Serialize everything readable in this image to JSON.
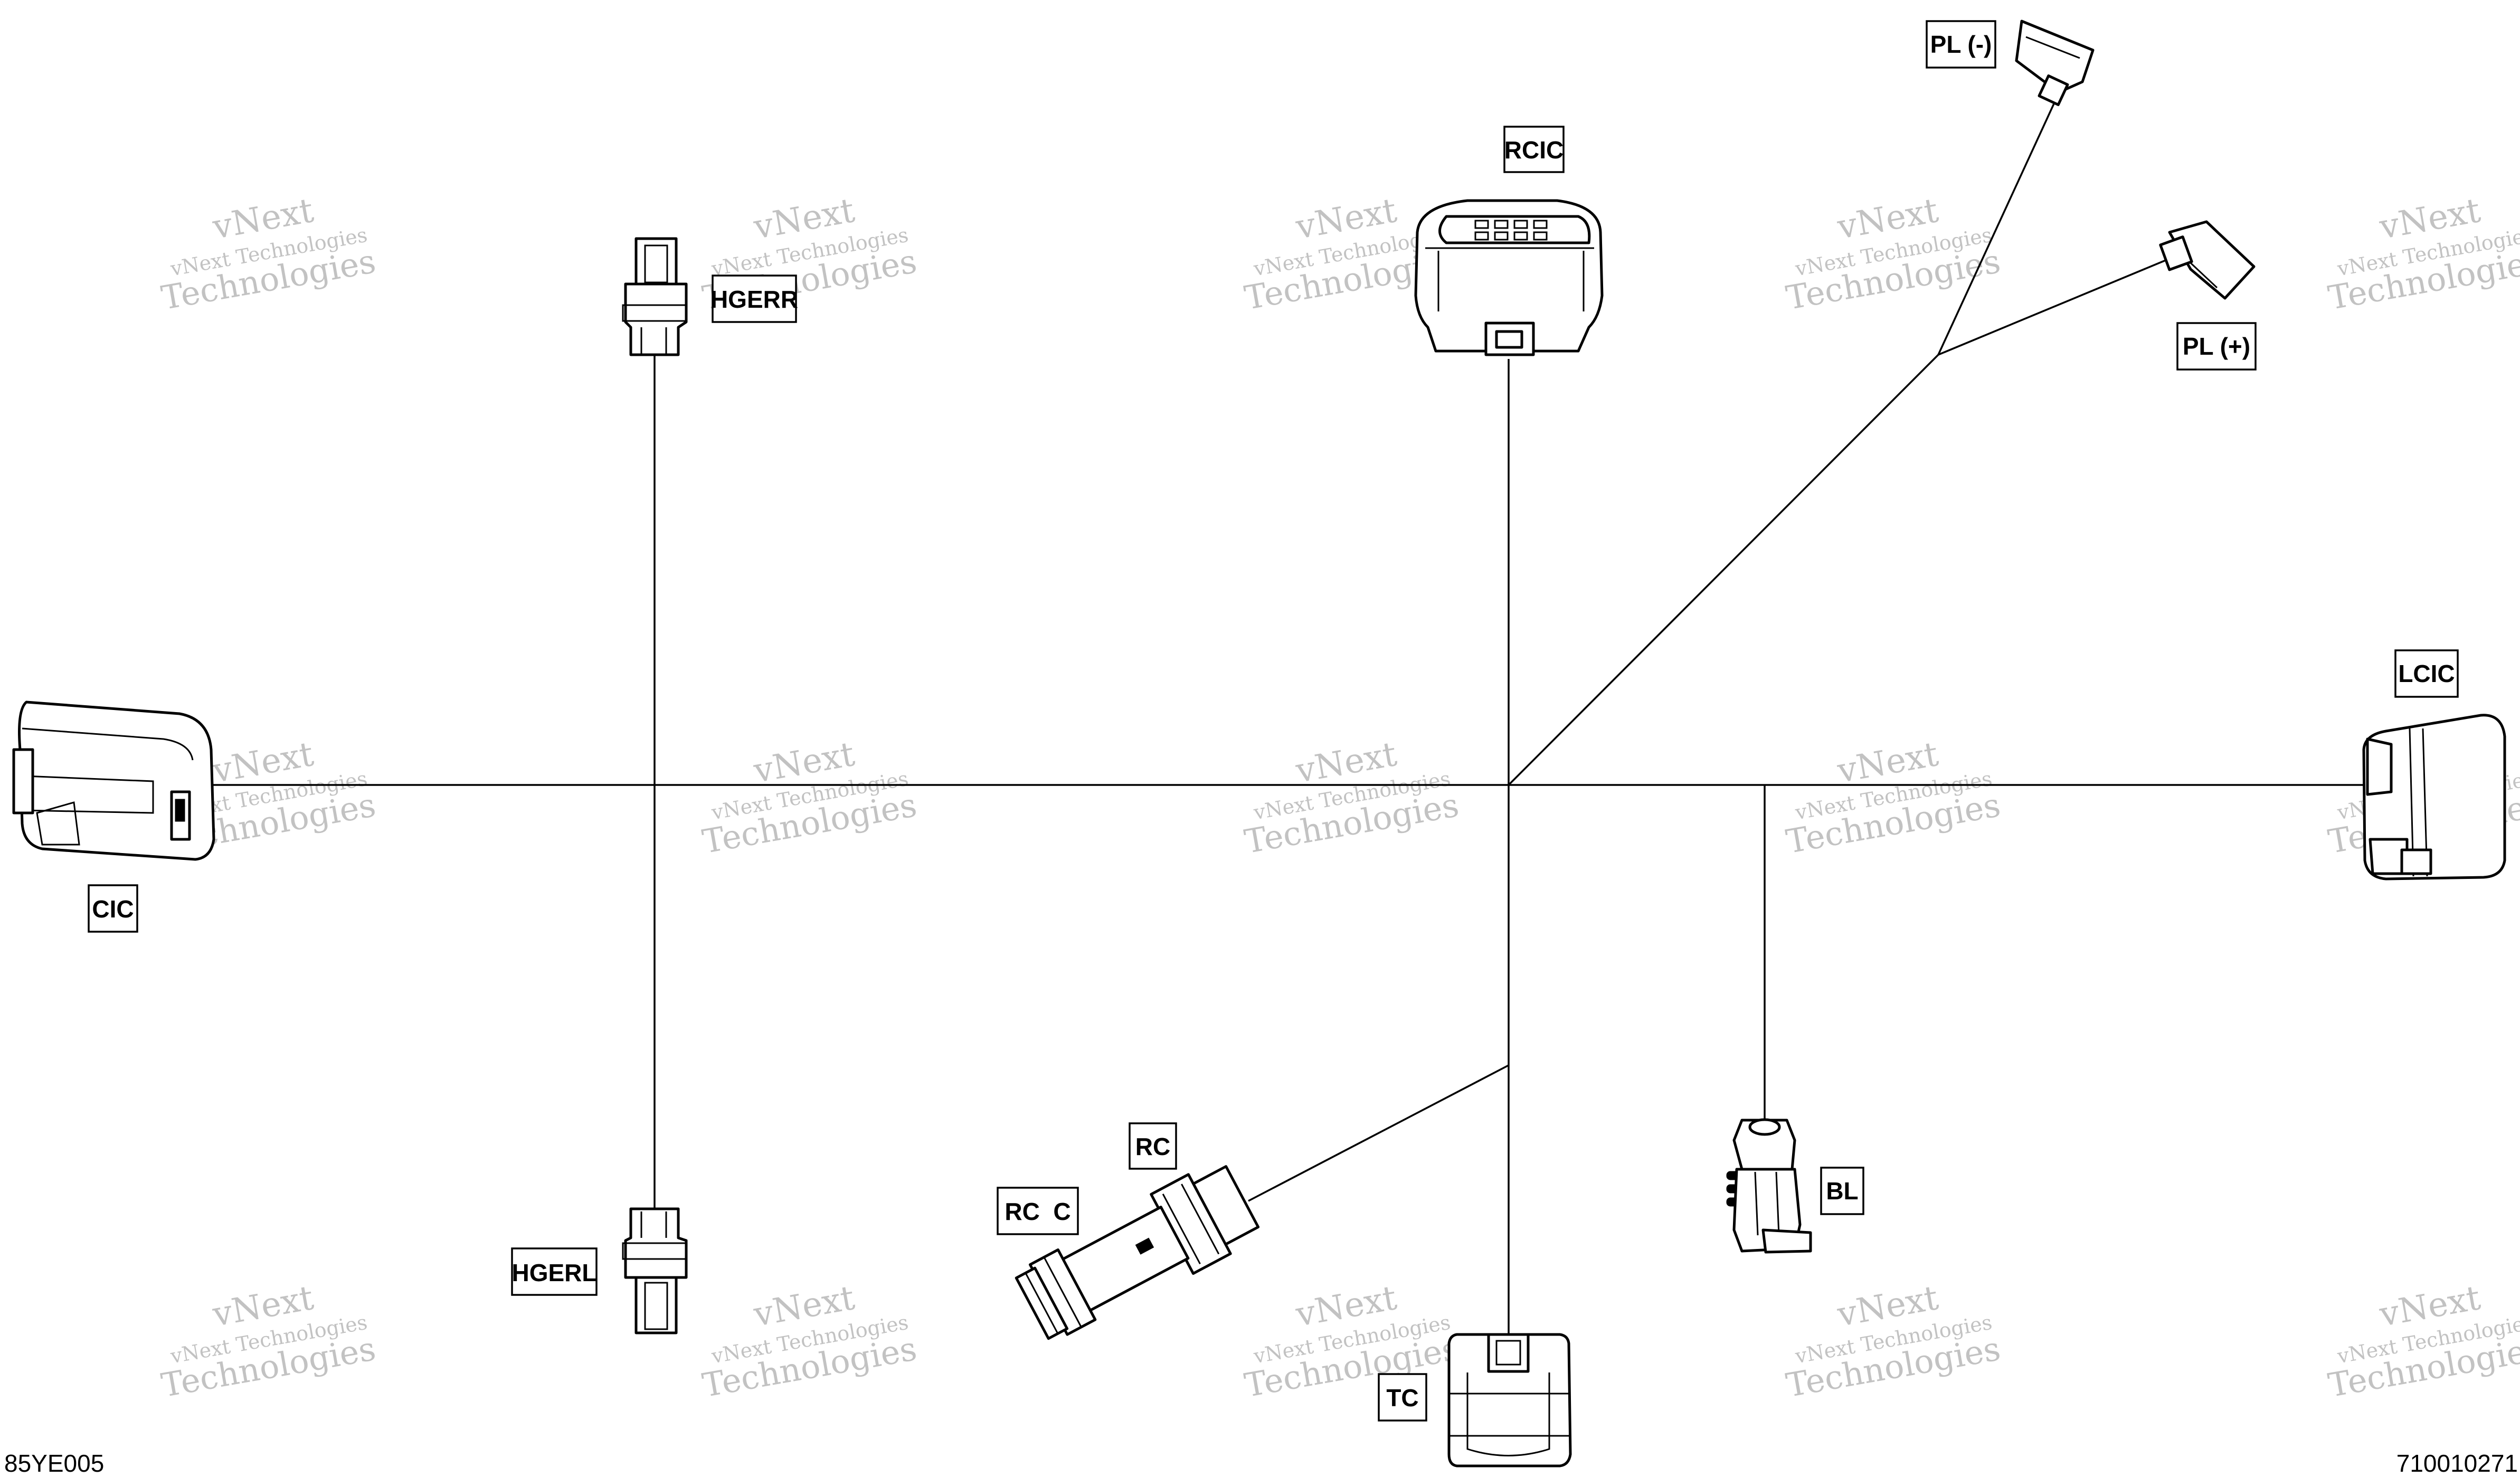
{
  "labels": {
    "pl_minus": "PL (-)",
    "pl_plus": "PL (+)",
    "rcic": "RCIC",
    "hgerr": "HGERR",
    "hgerl": "HGERL",
    "cic": "CIC",
    "lcic": "LCIC",
    "rc": "RC",
    "rc_c": "RC  C",
    "bl": "BL",
    "tc": "TC"
  },
  "watermark": {
    "line1": "vNext Technologies",
    "line2": "Technologies",
    "ghost": "vNext"
  },
  "footer": {
    "diagram_code": "85YE005",
    "part_number": "710010271"
  }
}
